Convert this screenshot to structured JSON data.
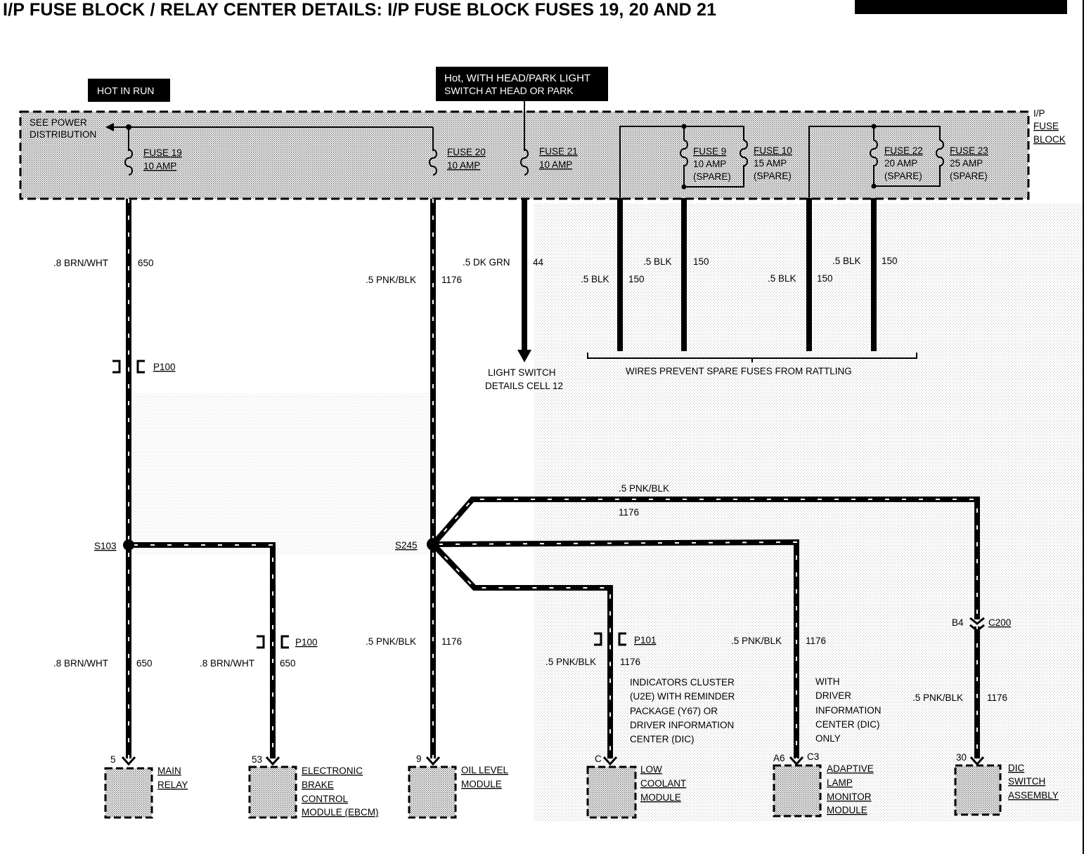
{
  "title": "I/P FUSE BLOCK / RELAY CENTER DETAILS: I/P FUSE BLOCK FUSES 19, 20 AND 21",
  "hot_run": "HOT IN RUN",
  "hot_head_1": "Hot, WITH HEAD/PARK LIGHT",
  "hot_head_2": "SWITCH AT HEAD OR PARK",
  "fuse_block": {
    "l1": "I/P",
    "l2": "FUSE",
    "l3": "BLOCK"
  },
  "see_power_1": "SEE POWER",
  "see_power_2": "DISTRIBUTION",
  "fuses": {
    "f19": {
      "name": "FUSE 19",
      "amp": "10 AMP"
    },
    "f20": {
      "name": "FUSE 20",
      "amp": "10 AMP"
    },
    "f21": {
      "name": "FUSE 21",
      "amp": "10 AMP"
    },
    "f9": {
      "name": "FUSE 9",
      "amp": "10 AMP",
      "note": "(SPARE)"
    },
    "f10": {
      "name": "FUSE 10",
      "amp": "15 AMP",
      "note": "(SPARE)"
    },
    "f22": {
      "name": "FUSE 22",
      "amp": "20 AMP",
      "note": "(SPARE)"
    },
    "f23": {
      "name": "FUSE 23",
      "amp": "25 AMP",
      "note": "(SPARE)"
    }
  },
  "wires": {
    "brn_wht": ".8 BRN/WHT",
    "c650": "650",
    "pnk_blk": ".5 PNK/BLK",
    "c1176": "1176",
    "dk_grn": ".5 DK GRN",
    "c44": "44",
    "blk": ".5 BLK",
    "c150": "150"
  },
  "connectors": {
    "p100": "P100",
    "p101": "P101",
    "c200": "C200",
    "b4": "B4",
    "c3": "C3"
  },
  "splices": {
    "s103": "S103",
    "s245": "S245"
  },
  "light_switch_1": "LIGHT SWITCH",
  "light_switch_2": "DETAILS CELL 12",
  "rattle_note": "WIRES PREVENT SPARE FUSES FROM RATTLING",
  "note_cluster": [
    "INDICATORS CLUSTER",
    "(U2E) WITH REMINDER",
    "PACKAGE (Y67) OR",
    "DRIVER INFORMATION",
    "CENTER (DIC)"
  ],
  "note_dic": [
    "WITH",
    "DRIVER",
    "INFORMATION",
    "CENTER (DIC)",
    "ONLY"
  ],
  "components": {
    "main_relay": {
      "pin": "5",
      "lines": [
        "MAIN",
        "RELAY"
      ]
    },
    "ebcm": {
      "pin": "53",
      "lines": [
        "ELECTRONIC",
        "BRAKE",
        "CONTROL",
        "MODULE (EBCM)"
      ]
    },
    "oil_level": {
      "pin": "9",
      "lines": [
        "OIL LEVEL",
        "MODULE"
      ]
    },
    "low_coolant": {
      "pin": "C",
      "lines": [
        "LOW",
        "COOLANT",
        "MODULE"
      ]
    },
    "adaptive_lamp": {
      "pin": "A6",
      "lines": [
        "ADAPTIVE",
        "LAMP",
        "MONITOR",
        "MODULE"
      ]
    },
    "dic_switch": {
      "pin": "30",
      "lines": [
        "DIC",
        "SWITCH",
        "ASSEMBLY"
      ]
    }
  }
}
